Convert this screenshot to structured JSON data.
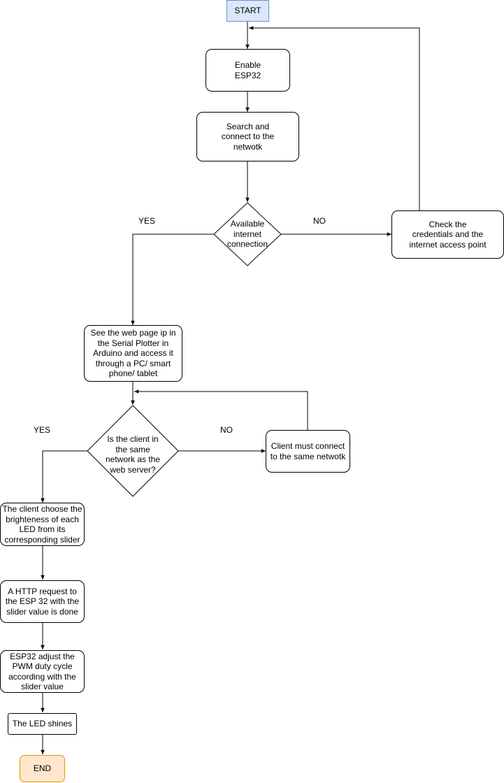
{
  "diagram": {
    "start": "START",
    "end": "END",
    "steps": {
      "enable": "Enable ESP32",
      "search": "Search and connect to the netwotk",
      "check_credentials": "Check the credentials and the internet access point",
      "see_webpage": "See the web page ip in the Serial Plotter in Arduino and access it through a PC/ smart phone/ tablet",
      "client_connect": "Client must connect to the same netwotk",
      "choose_brightness": "The client choose the brighteness of each LED from its corresponding slider",
      "http_request": "A HTTP request to the ESP 32 with the slider value is done",
      "adjust_pwm": "ESP32 adjust the PWM duty cycle according with the slider value",
      "led_shines": "The LED shines"
    },
    "decisions": {
      "internet": "Available internet connection",
      "same_network": "Is the client in the same network as the web server?"
    },
    "edge_labels": {
      "internet_yes": "YES",
      "internet_no": "NO",
      "network_yes": "YES",
      "network_no": "NO"
    },
    "colors": {
      "start_fill": "#dae8fc",
      "start_stroke": "#6c8ebf",
      "end_fill": "#ffe6cc",
      "end_stroke": "#d79b00",
      "line": "#000000"
    }
  }
}
